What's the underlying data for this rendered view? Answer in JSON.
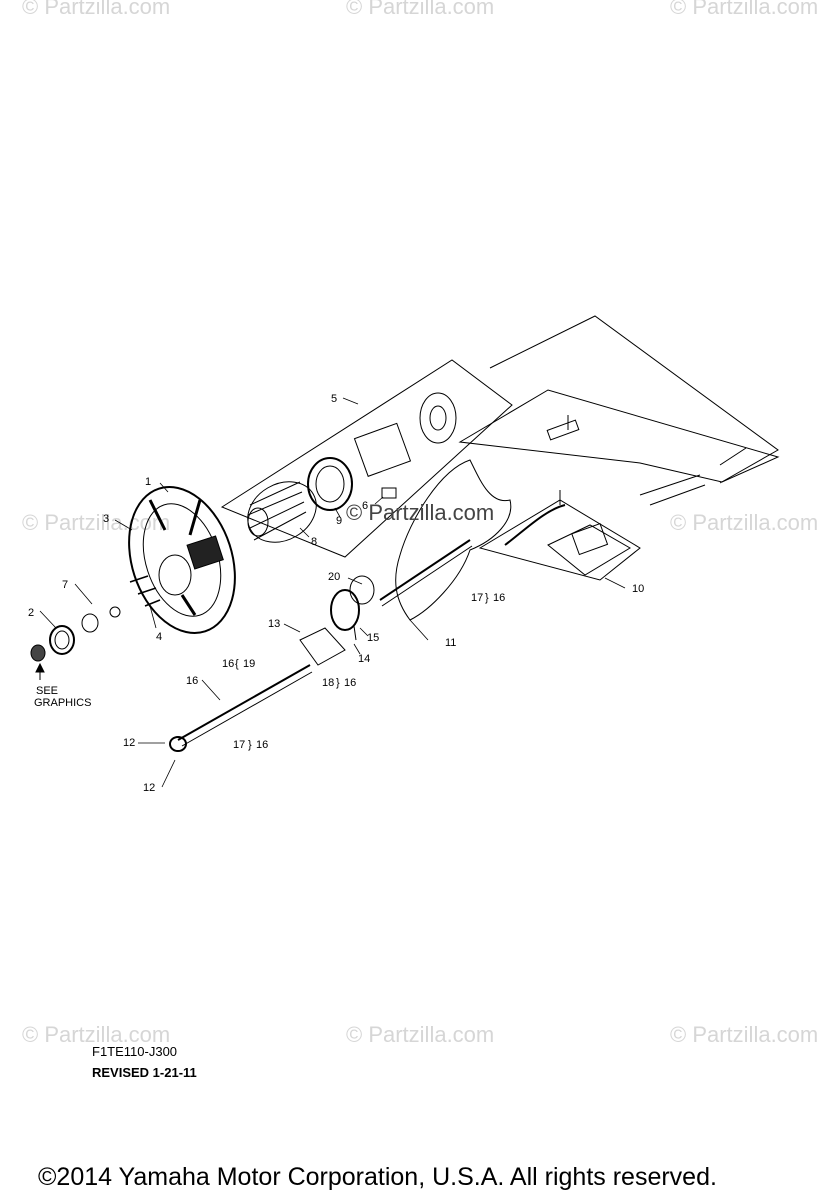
{
  "watermark_text": "© Partzilla.com",
  "watermarks": [
    {
      "id": "wm-top-left"
    },
    {
      "id": "wm-top-center"
    },
    {
      "id": "wm-top-right"
    },
    {
      "id": "wm-mid-left"
    },
    {
      "id": "wm-mid-right"
    },
    {
      "id": "wm-bottom-left"
    },
    {
      "id": "wm-bottom-center"
    },
    {
      "id": "wm-bottom-right"
    }
  ],
  "center_watermark": "© Partzilla.com",
  "callouts": {
    "c1": "1",
    "c2": "2",
    "c3": "3",
    "c4": "4",
    "c5": "5",
    "c6": "6",
    "c7": "7",
    "c8": "8",
    "c9": "9",
    "c10": "10",
    "c11": "11",
    "c12a": "12",
    "c12b": "12",
    "c13": "13",
    "c14": "14",
    "c15": "15",
    "c16a": "16",
    "c16b": "16",
    "c17a": "17",
    "c16c": "16",
    "c17b": "17",
    "c16d": "16",
    "c18": "18",
    "c16e": "16",
    "c19": "19",
    "c20": "20"
  },
  "see_graphics": [
    "SEE",
    "GRAPHICS"
  ],
  "drawing_code": "F1TE110-J300",
  "revised": "REVISED 1-21-11",
  "copyright": "©2014  Yamaha Motor Corporation, U.S.A. All rights reserved."
}
